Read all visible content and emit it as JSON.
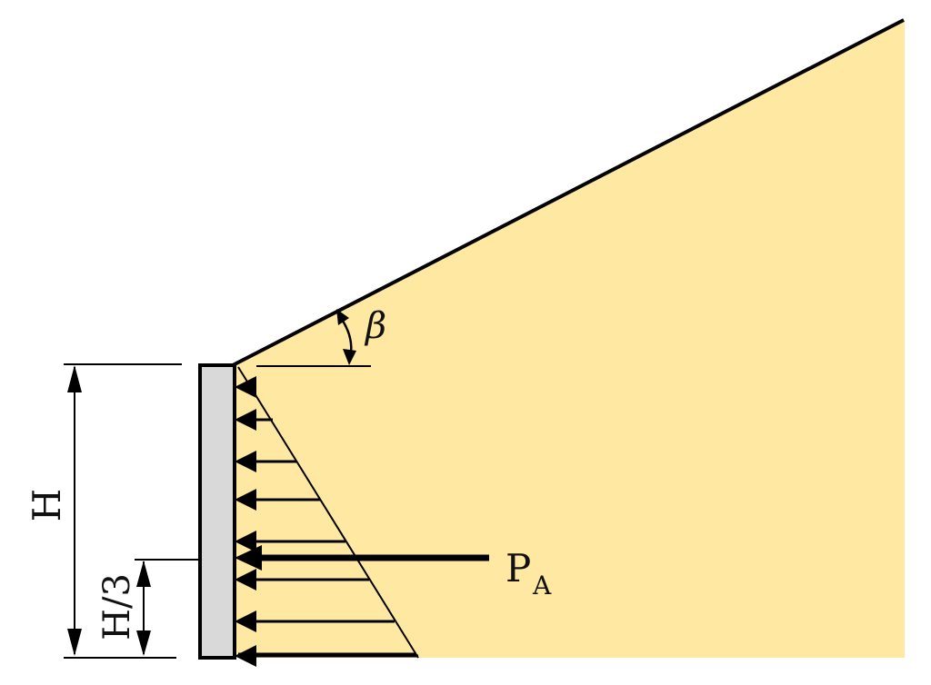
{
  "labels": {
    "height": "H",
    "third_height": "H/3",
    "force_main": "P",
    "force_sub": "A",
    "angle": "β"
  },
  "colors": {
    "soil": "#FEE8A2",
    "wall": "#D9D9D9",
    "line": "#000000"
  }
}
